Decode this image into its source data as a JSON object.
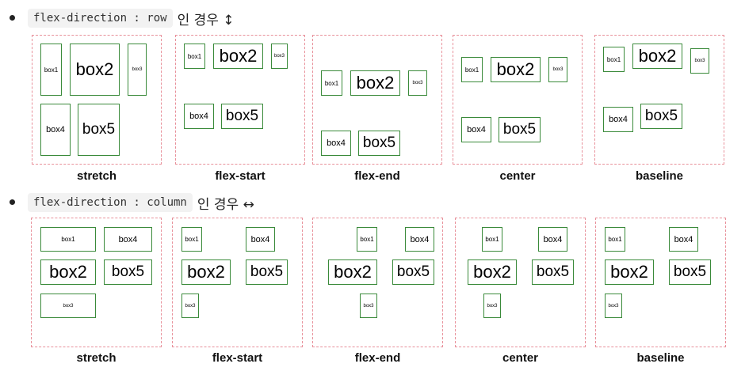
{
  "sections": [
    {
      "code": "flex-direction : row",
      "suffix": "인 경우 ↕",
      "diagrams": [
        {
          "caption": "stretch",
          "boxes": [
            "box1",
            "box2",
            "box3",
            "box4",
            "box5"
          ]
        },
        {
          "caption": "flex-start",
          "boxes": [
            "box1",
            "box2",
            "box3",
            "box4",
            "box5"
          ]
        },
        {
          "caption": "flex-end",
          "boxes": [
            "box1",
            "box2",
            "box3",
            "box4",
            "box5"
          ]
        },
        {
          "caption": "center",
          "boxes": [
            "box1",
            "box2",
            "box3",
            "box4",
            "box5"
          ]
        },
        {
          "caption": "baseline",
          "boxes": [
            "box1",
            "box2",
            "box3",
            "box4",
            "box5"
          ]
        }
      ]
    },
    {
      "code": "flex-direction : column",
      "suffix": "인 경우 ↔",
      "diagrams": [
        {
          "caption": "stretch",
          "boxes": [
            "box1",
            "box4",
            "box2",
            "box5",
            "box3"
          ]
        },
        {
          "caption": "flex-start",
          "boxes": [
            "box1",
            "box4",
            "box2",
            "box5",
            "box3"
          ]
        },
        {
          "caption": "flex-end",
          "boxes": [
            "box1",
            "box4",
            "box2",
            "box5",
            "box3"
          ]
        },
        {
          "caption": "center",
          "boxes": [
            "box1",
            "box4",
            "box2",
            "box5",
            "box3"
          ]
        },
        {
          "caption": "baseline",
          "boxes": [
            "box1",
            "box4",
            "box2",
            "box5",
            "box3"
          ]
        }
      ]
    }
  ],
  "colors": {
    "container_border": "#e8909a",
    "box_border": "#3a8a3a",
    "code_background": "#f2f2f2"
  }
}
